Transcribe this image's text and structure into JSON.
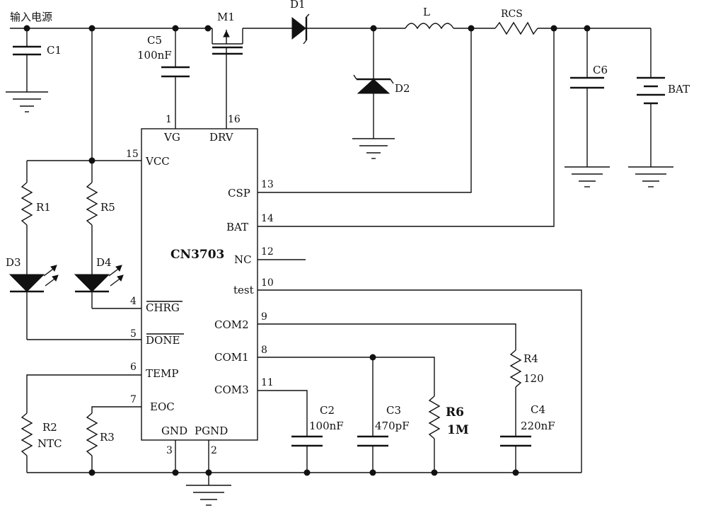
{
  "labels": {
    "input_power": "输入电源",
    "c1": "C1",
    "c5": "C5",
    "c5_value": "100nF",
    "m1": "M1",
    "d1": "D1",
    "l": "L",
    "rcs": "RCS",
    "d2": "D2",
    "c6": "C6",
    "bat_battery": "BAT",
    "r1": "R1",
    "r5": "R5",
    "d3": "D3",
    "d4": "D4",
    "r2": "R2",
    "r2_value": "NTC",
    "r3": "R3",
    "c2": "C2",
    "c2_value": "100nF",
    "c3": "C3",
    "c3_value": "470pF",
    "r6": "R6",
    "r6_value": "1M",
    "r4": "R4",
    "r4_value": "120",
    "c4": "C4",
    "c4_value": "220nF"
  },
  "chip": {
    "name": "CN3703",
    "pins": {
      "vg": {
        "num": "1",
        "name": "VG"
      },
      "drv": {
        "num": "16",
        "name": "DRV"
      },
      "vcc": {
        "num": "15",
        "name": "VCC"
      },
      "csp": {
        "num": "13",
        "name": "CSP"
      },
      "bat": {
        "num": "14",
        "name": "BAT"
      },
      "nc": {
        "num": "12",
        "name": "NC"
      },
      "test": {
        "num": "10",
        "name": "test"
      },
      "chrg": {
        "num": "4",
        "name": "CHRG"
      },
      "done": {
        "num": "5",
        "name": "DONE"
      },
      "com2": {
        "num": "9",
        "name": "COM2"
      },
      "com1": {
        "num": "8",
        "name": "COM1"
      },
      "temp": {
        "num": "6",
        "name": "TEMP"
      },
      "eoc": {
        "num": "7",
        "name": "EOC"
      },
      "com3": {
        "num": "11",
        "name": "COM3"
      },
      "gnd": {
        "num": "3",
        "name": "GND"
      },
      "pgnd": {
        "num": "2",
        "name": "PGND"
      }
    }
  },
  "colors": {
    "ink": "#111111",
    "background": "#ffffff"
  }
}
